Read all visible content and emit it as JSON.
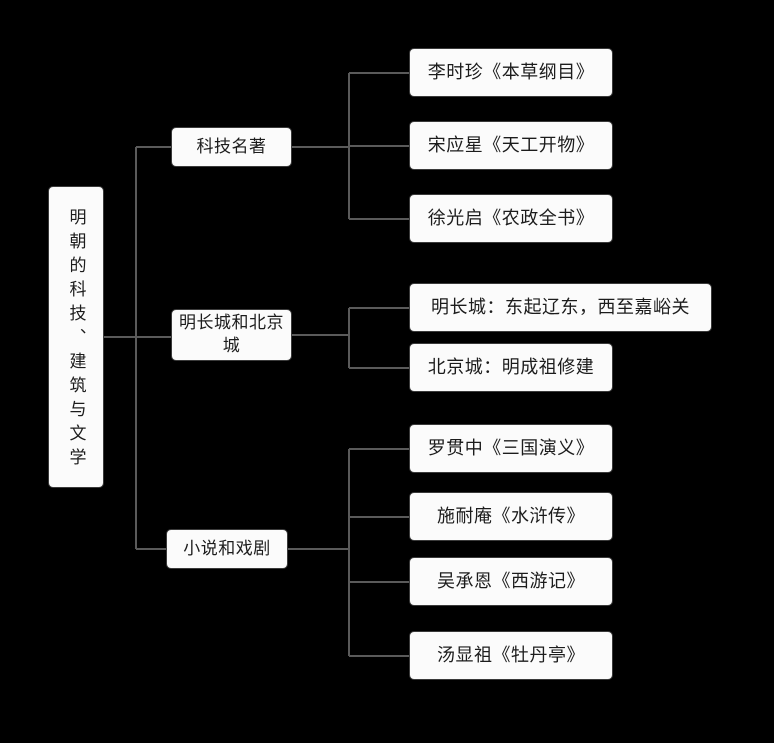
{
  "diagram": {
    "title": "明朝的科技、建筑与文学",
    "type": "tree-mindmap",
    "background_color": "#000000",
    "node_fill": "#fbfbfb",
    "node_border": "#3a3a3a",
    "connector_color": "#5a5a5a",
    "text_color": "#1c1c1c",
    "root": {
      "label": "明朝的科技、建筑与文学",
      "orientation": "vertical"
    },
    "branches": [
      {
        "label": "科技名著",
        "children": [
          {
            "label": "李时珍《本草纲目》"
          },
          {
            "label": "宋应星《天工开物》"
          },
          {
            "label": "徐光启《农政全书》"
          }
        ]
      },
      {
        "label": "明长城和北京城",
        "children": [
          {
            "label": "明长城：东起辽东，西至嘉峪关"
          },
          {
            "label": "北京城：明成祖修建"
          }
        ]
      },
      {
        "label": "小说和戏剧",
        "children": [
          {
            "label": "罗贯中《三国演义》"
          },
          {
            "label": "施耐庵《水浒传》"
          },
          {
            "label": "吴承恩《西游记》"
          },
          {
            "label": "汤显祖《牡丹亭》"
          }
        ]
      }
    ]
  }
}
